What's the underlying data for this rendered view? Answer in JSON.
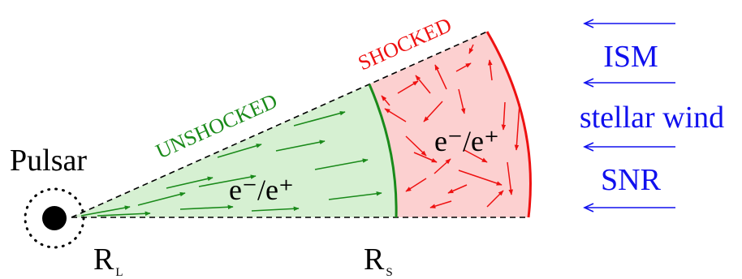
{
  "labels": {
    "pulsar": "Pulsar",
    "r_l_main": "R",
    "r_l_sub": "L",
    "r_s_main": "R",
    "r_s_sub": "S",
    "unshocked": "UNSHOCKED",
    "shocked": "SHOCKED",
    "particles_unshocked": "e⁻/e⁺",
    "particles_shocked": "e⁻/e⁺"
  },
  "medium": {
    "items": [
      "ISM",
      "stellar wind",
      "SNR"
    ]
  },
  "colors": {
    "unshocked": "#1a8a1a",
    "unshocked_fill": "#d6f0d2",
    "shocked": "#ee1111",
    "shocked_fill": "#fcd0d0",
    "medium": "#1010ee",
    "text": "#000000"
  },
  "icons": {
    "pulsar": "filled-circle-icon",
    "light_cylinder": "dotted-circle-icon"
  }
}
